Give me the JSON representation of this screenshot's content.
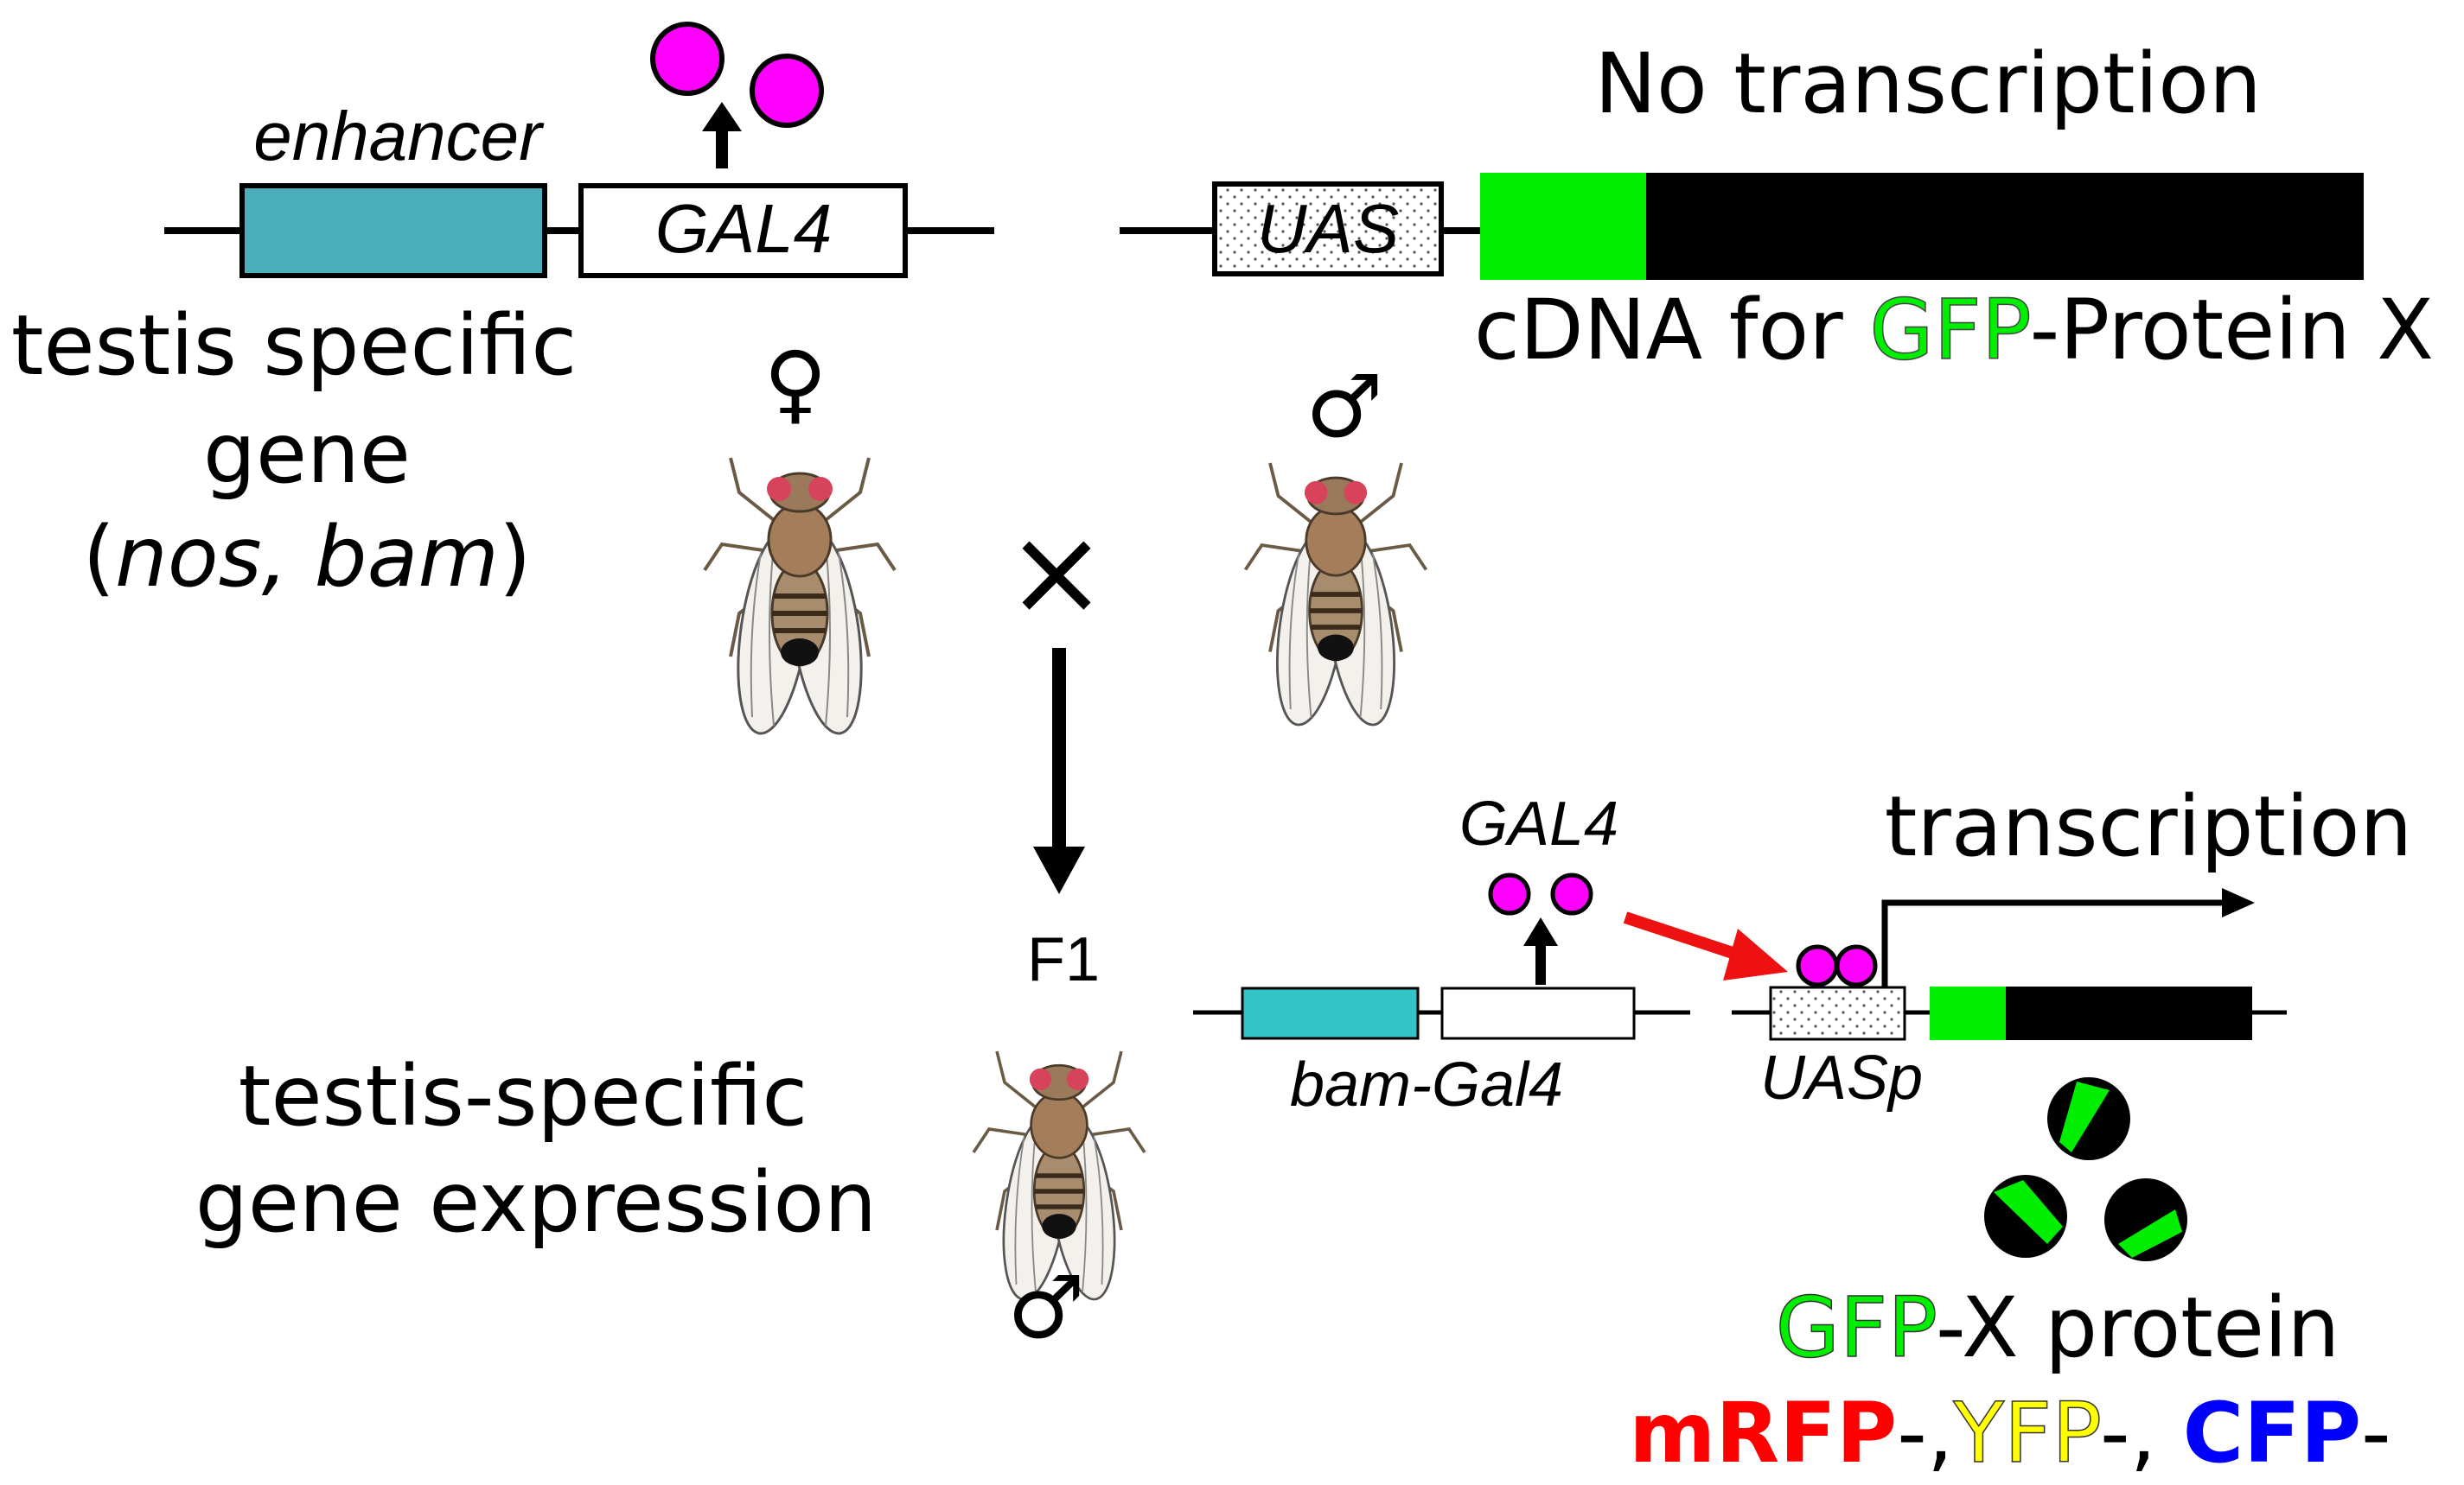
{
  "top_left": {
    "enhancer_label": "enhancer",
    "gal4_box_label": "GAL4",
    "gene_line1": "testis specific",
    "gene_line2": "gene",
    "gene_line3_open": "(",
    "gene_line3_italic": "nos, bam",
    "gene_line3_close": ")"
  },
  "top_right": {
    "no_transcription": "No transcription",
    "uas_label": "UAS",
    "cdna_prefix": "cDNA for ",
    "cdna_gfp": "GFP",
    "cdna_suffix": "-Protein X"
  },
  "cross": {
    "female_symbol": "♀",
    "male_symbol": "♂",
    "cross_symbol": "×",
    "f1_label": "F1",
    "f1_male_symbol": "♂"
  },
  "bottom": {
    "expression_line1": "testis-specific",
    "expression_line2": "gene expression",
    "gal4_label": "GAL4",
    "bam_gal4_label": "bam-Gal4",
    "uasp_label": "UASp",
    "transcription_label": "transcription",
    "gfp_x_gfp": "GFP",
    "gfp_x_suffix": "-X protein",
    "mrfp": "mRFP",
    "sep1": "-,",
    "yfp": "YFP",
    "sep2": "-, ",
    "cfp": "CFP",
    "sep3": "-"
  },
  "colors": {
    "enhancer": "#4BAFBA",
    "enhancer_bottom": "#33C4C8",
    "gal4_protein": "#FF00FF",
    "gfp": "#00EE00",
    "cdna_body": "#000000",
    "arrow_red": "#EE1111",
    "mrfp": "#FF0000",
    "yfp": "#FFFF00",
    "cfp": "#0000FF"
  }
}
